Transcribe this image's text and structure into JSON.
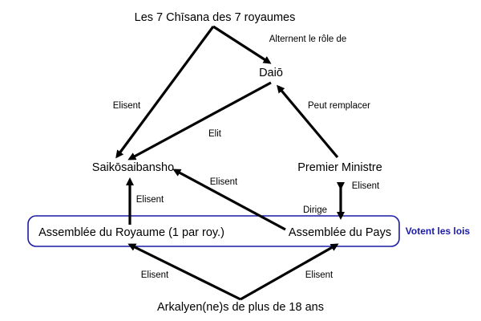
{
  "nodes": {
    "chisana": "Les 7 Chīsana des 7 royaumes",
    "daio": "Daiō",
    "saikosaibansho": "Saikōsaibansho",
    "premier_ministre": "Premier Ministre",
    "assemblee_royaume": "Assemblée du Royaume (1 par roy.)",
    "assemblee_pays": "Assemblée du Pays",
    "citoyens": "Arkalyen(ne)s de plus de 18 ans"
  },
  "edges": {
    "chisana_daio": "Alternent le rôle de",
    "chisana_saiko": "Elisent",
    "daio_saiko": "Elit",
    "pm_daio": "Peut remplacer",
    "pays_saiko": "Elisent",
    "pays_pm": "Elisent",
    "pm_pays": "Dirige",
    "royaume_saiko": "Elisent",
    "citoyens_royaume": "Elisent",
    "citoyens_pays": "Elisent"
  },
  "legislature_label": "Votent les lois",
  "colors": {
    "arrow": "#000000",
    "legislature_box": "#1a1aa6",
    "legislature_text": "#1a1aa6"
  }
}
